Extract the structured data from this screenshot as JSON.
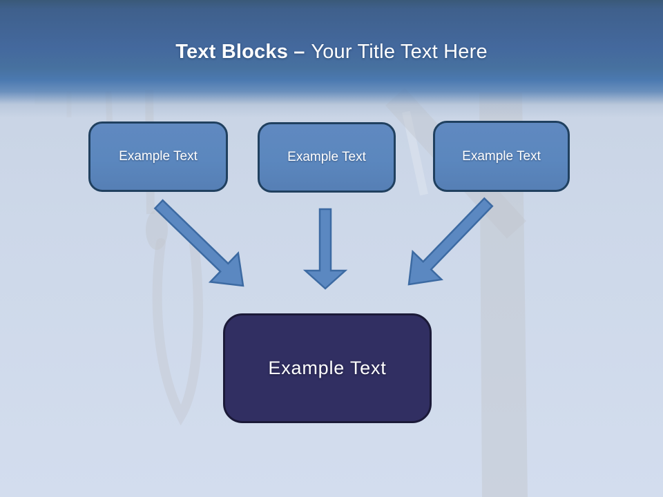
{
  "slide": {
    "title_bold": "Text Blocks –",
    "title_regular": "Your Title Text Here"
  },
  "blocks": {
    "top": [
      {
        "label": "Example Text"
      },
      {
        "label": "Example Text"
      },
      {
        "label": "Example Text"
      }
    ],
    "bottom": {
      "label": "Example Text"
    }
  },
  "icons": {
    "arrow_left": "diagonal-down-right-arrow",
    "arrow_middle": "straight-down-arrow",
    "arrow_right": "diagonal-down-left-arrow",
    "watermark": "gallows-noose-photo-watermark"
  },
  "colors": {
    "header_top": "#3a5978",
    "header_mid": "#44699e",
    "header_blue": "#4b79b0",
    "background_top": "#c6d1e2",
    "background_bottom": "#d3ddee",
    "block_fill": "#5b87be",
    "block_border": "#20405f",
    "bottom_block_fill": "#312f62",
    "bottom_block_border": "#1b1a38",
    "arrow_fill": "#5b88c1",
    "arrow_stroke": "#3c6aa2",
    "title_text": "#ffffff",
    "watermark_gray": "#c2c6cd"
  }
}
